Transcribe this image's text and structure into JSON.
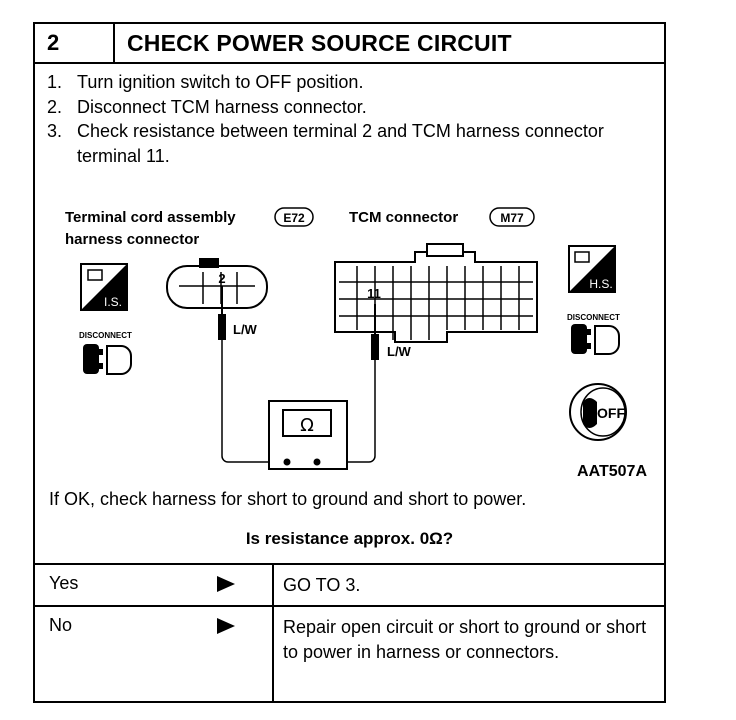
{
  "header": {
    "step_number": "2",
    "title": "CHECK POWER SOURCE CIRCUIT"
  },
  "steps": [
    {
      "num": "1.",
      "text": "Turn ignition switch to OFF position."
    },
    {
      "num": "2.",
      "text": "Disconnect TCM harness connector."
    },
    {
      "num": "3.",
      "text": "Check resistance between terminal 2 and TCM harness connector terminal 11."
    }
  ],
  "diagram": {
    "left_connector_label_line1": "Terminal cord assembly",
    "left_connector_label_line2": "harness connector",
    "left_connector_code": "E72",
    "right_connector_label": "TCM connector",
    "right_connector_code": "M77",
    "terminal_left": "2",
    "terminal_right": "11",
    "wire_left": "L/W",
    "wire_right": "L/W",
    "meter_symbol": "Ω",
    "left_icon_badge": "I.S.",
    "right_icon_badge": "H.S.",
    "disconnect_left": "DISCONNECT",
    "disconnect_right": "DISCONNECT",
    "key_label": "OFF",
    "figure_code": "AAT507A"
  },
  "ok_note": "If OK, check harness for short to ground and short to power.",
  "question": "Is resistance approx. 0Ω?",
  "answers": {
    "yes": {
      "label": "Yes",
      "action": "GO TO 3."
    },
    "no": {
      "label": "No",
      "action": "Repair open circuit or short to ground or short to power in harness or connectors."
    }
  }
}
